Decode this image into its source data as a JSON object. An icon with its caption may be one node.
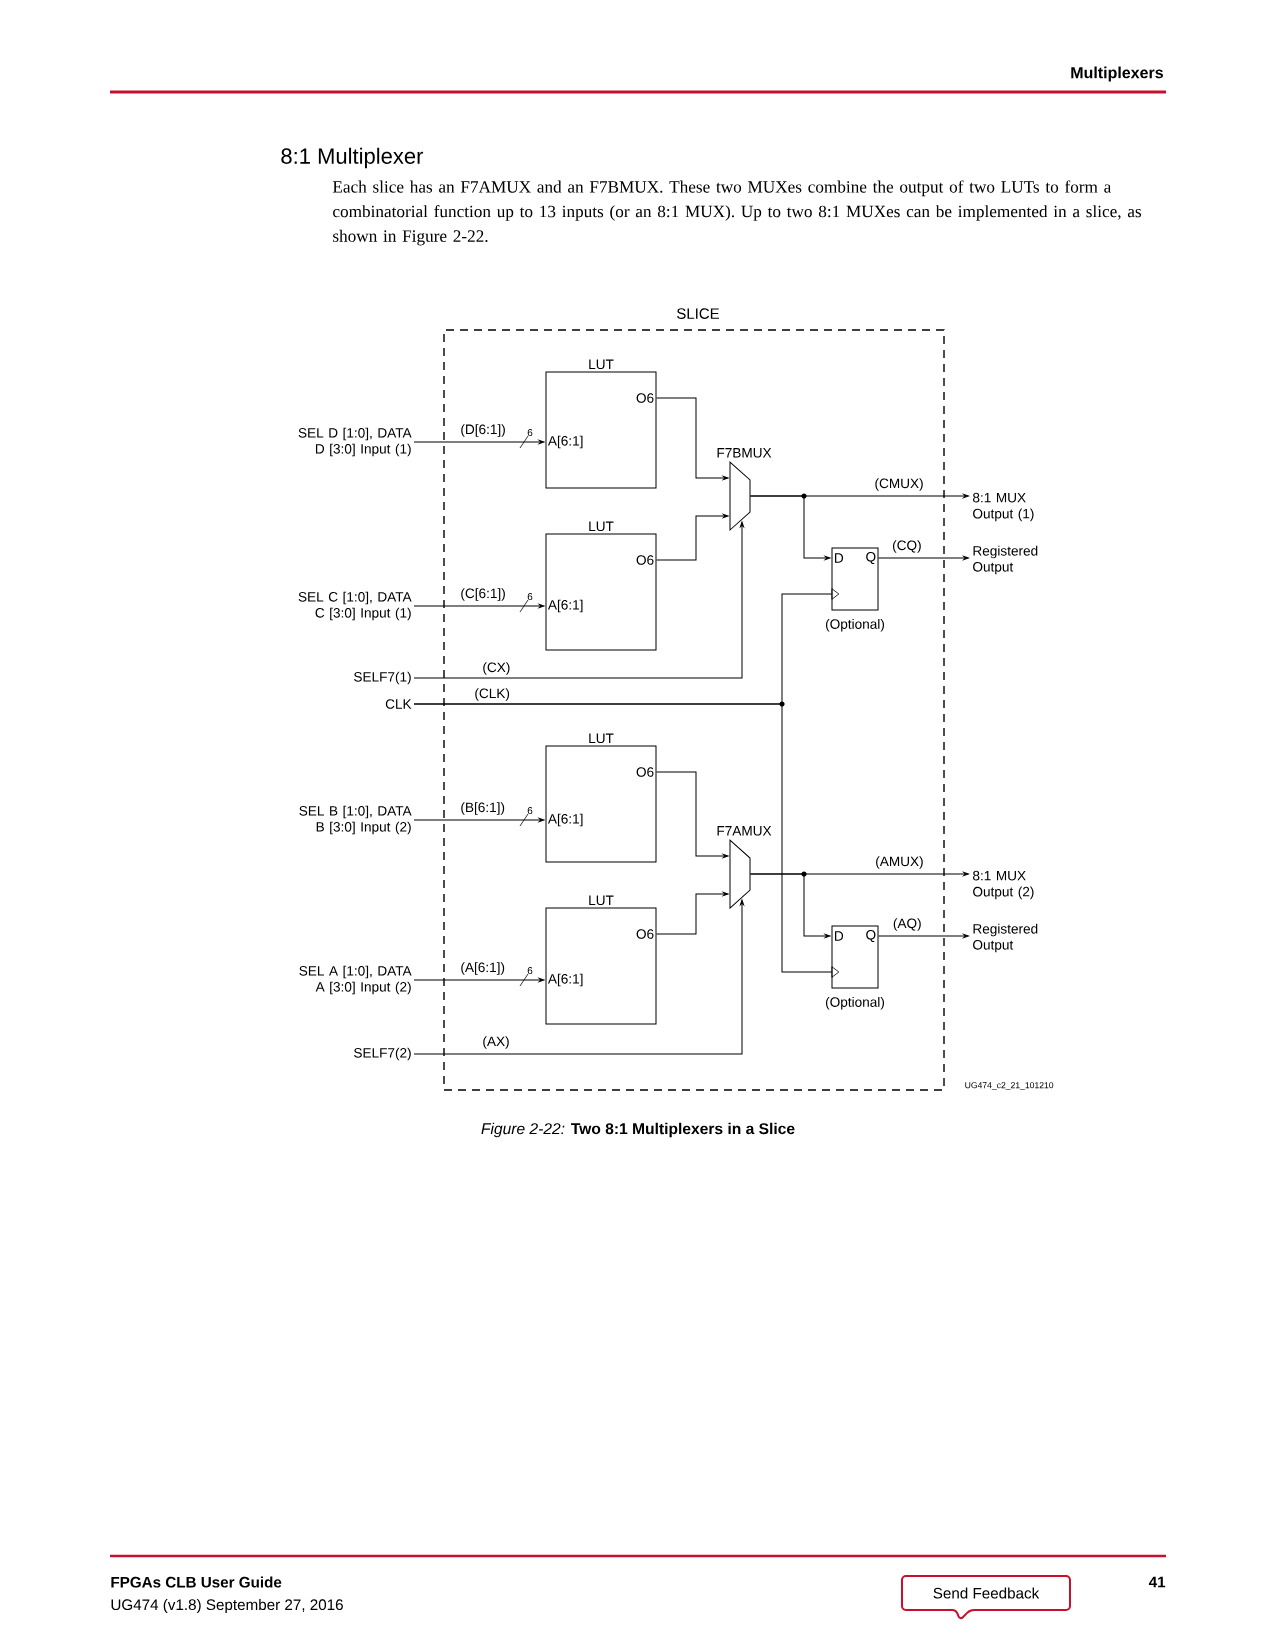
{
  "diagram": {
    "caption": "*Figure 2-22:* **Two 8:1 Multiplexers in a Slice**",
    "nodes": [
      {
        "text": [
          "SLICE"
        ]
      },
      {
        "text": [
          "LUT",
          "O6",
          "A[6:1]"
        ],
        "in": 0
      },
      {
        "text": [
          "LUT",
          "O6",
          "A[6:1]"
        ],
        "in": 0
      },
      {
        "text": [
          "LUT",
          "O6",
          "A[6:1]"
        ],
        "in": 0
      },
      {
        "text": [
          "LUT",
          "O6",
          "A[6:1]"
        ],
        "in": 0
      },
      {
        "text": [
          "F7BMUX"
        ],
        "in": 0
      },
      {
        "text": [
          "D",
          "Q"
        ],
        "beside": [
          "(Optional)"
        ],
        "in": 0
      },
      {
        "text": [
          "F7AMUX"
        ],
        "in": 0
      },
      {
        "text": [
          "D",
          "Q"
        ],
        "beside": [
          "(Optional)"
        ],
        "in": 0
      },
      {
        "text": [
          "SEL D [1:0], DATA D [3:0] Input (1)"
        ]
      },
      {
        "text": [
          "SEL C [1:0], DATA C [3:0] Input (1)"
        ]
      },
      {
        "text": [
          "SELF7(1)"
        ]
      },
      {
        "text": [
          "CLK"
        ]
      },
      {
        "text": [
          "SEL B [1:0], DATA B [3:0] Input (2)"
        ]
      },
      {
        "text": [
          "SEL A [1:0], DATA A [3:0] Input (2)"
        ]
      },
      {
        "text": [
          "SELF7(2)"
        ]
      },
      {
        "text": [
          "8:1 MUX Output (1)"
        ]
      },
      {
        "text": [
          "Registered Output"
        ]
      },
      {
        "text": [
          "8:1 MUX Output (2)"
        ]
      },
      {
        "text": [
          "Registered Output"
        ]
      }
    ],
    "edges": [
      {
        "from": 9,
        "to": 1,
        "arrow": "to",
        "label": "(D[6:1])"
      },
      {
        "from": 10,
        "to": 2,
        "arrow": "to",
        "label": "(C[6:1])"
      },
      {
        "from": 1,
        "to": 5,
        "arrow": "to"
      },
      {
        "from": 2,
        "to": 5,
        "arrow": "to"
      },
      {
        "from": 11,
        "to": 5,
        "arrow": "to",
        "label": "(CX)"
      },
      {
        "from": 12,
        "to": 6,
        "arrow": "to",
        "label": "(CLK)"
      },
      {
        "from": 12,
        "to": 8,
        "arrow": "to"
      },
      {
        "from": 5,
        "to": 16,
        "arrow": "to",
        "label": "(CMUX)"
      },
      {
        "from": 5,
        "to": 6,
        "arrow": "to"
      },
      {
        "from": 6,
        "to": 17,
        "arrow": "to",
        "label": "(CQ)"
      },
      {
        "from": 13,
        "to": 3,
        "arrow": "to",
        "label": "(B[6:1])"
      },
      {
        "from": 14,
        "to": 4,
        "arrow": "to",
        "label": "(A[6:1])"
      },
      {
        "from": 3,
        "to": 7,
        "arrow": "to"
      },
      {
        "from": 4,
        "to": 7,
        "arrow": "to"
      },
      {
        "from": 15,
        "to": 7,
        "arrow": "to",
        "label": "(AX)"
      },
      {
        "from": 7,
        "to": 18,
        "arrow": "to",
        "label": "(AMUX)"
      },
      {
        "from": 7,
        "to": 8,
        "arrow": "to"
      },
      {
        "from": 8,
        "to": 19,
        "arrow": "to",
        "label": "(AQ)"
      }
    ],
    "labels": [
      "Multiplexers",
      "8:1 Multiplexer",
      "Each slice has an F7AMUX and an F7BMUX. These two MUXes combine the output of two LUTs to form a combinatorial function up to 13 inputs (or an 8:1 MUX). Up to two 8:1 MUXes can be implemented in a slice, as shown in Figure 2-22.",
      "6",
      "6",
      "6",
      "6",
      "UG474_c2_21_101210",
      "FPGAs CLB User Guide",
      "UG474 (v1.8) September 27, 2016",
      "Send Feedback",
      "41"
    ]
  }
}
